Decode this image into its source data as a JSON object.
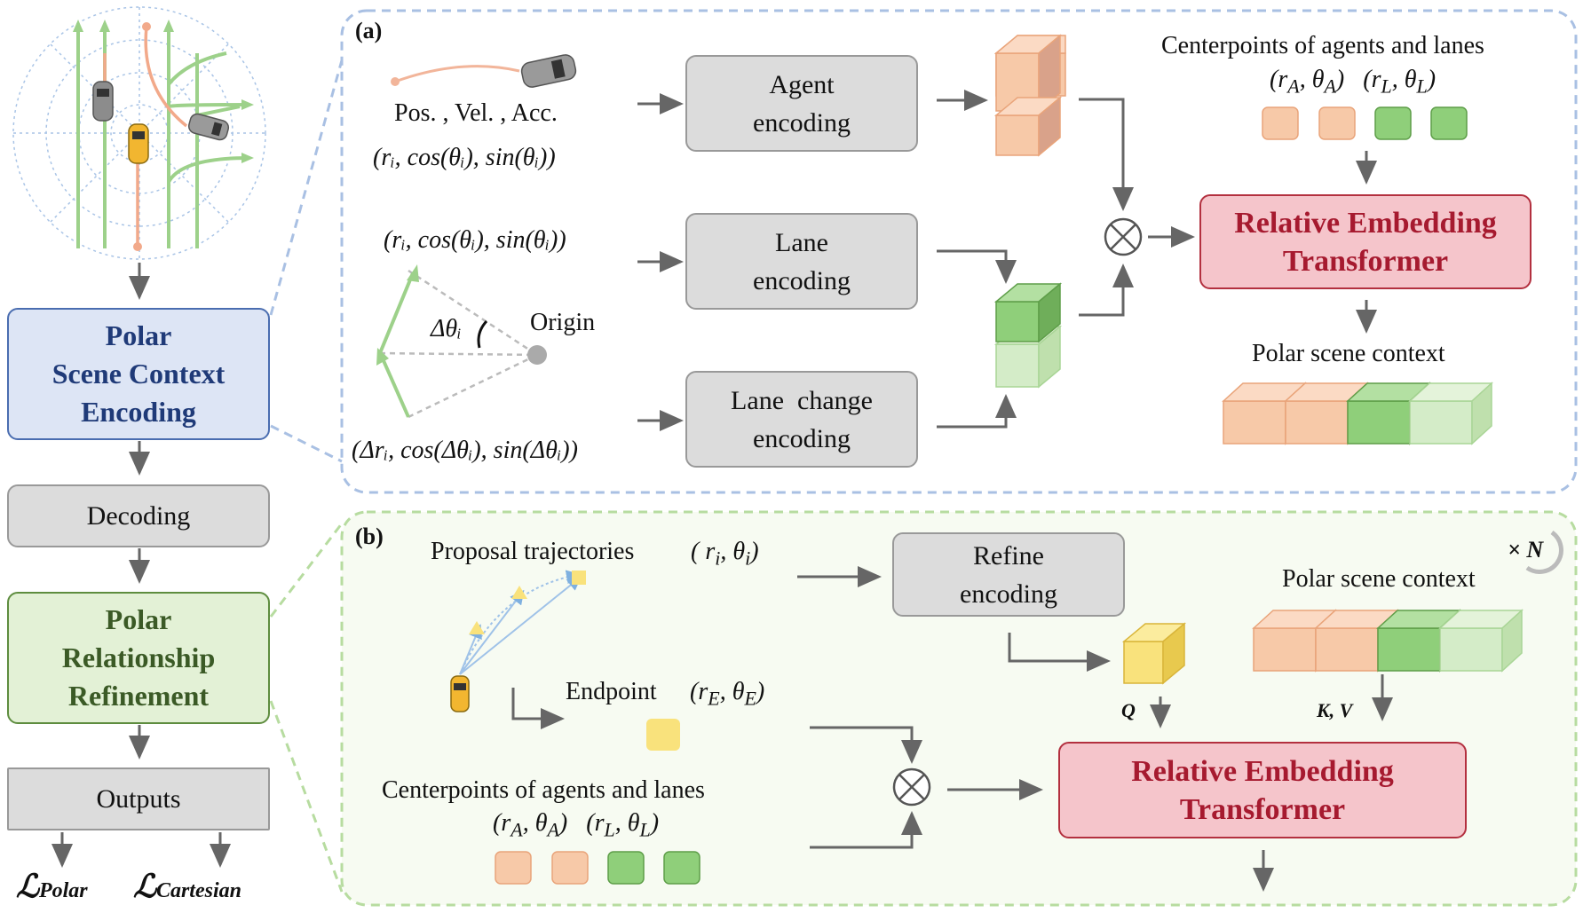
{
  "left_column": {
    "polar_scene": [
      "Polar",
      "Scene Context",
      "Encoding"
    ],
    "decoding": "Decoding",
    "polar_relationship": [
      "Polar",
      "Relationship",
      "Refinement"
    ],
    "outputs": "Outputs",
    "loss_polar": "ℒ",
    "loss_polar_sub": "Polar",
    "loss_cartesian": "ℒ",
    "loss_cartesian_sub": "Cartesian"
  },
  "panel_a": {
    "tag": "(a)",
    "pos_vel_acc": "Pos. ,  Vel. ,  Acc.",
    "agent_feat": "(rᵢ, cos(θᵢ), sin(θᵢ))",
    "lane_feat": "(rᵢ, cos(θᵢ), sin(θᵢ))",
    "delta_theta": "Δθᵢ",
    "origin": "Origin",
    "lane_change_feat": "(Δrᵢ, cos(Δθᵢ), sin(Δθᵢ))",
    "agent_encoding": [
      "Agent",
      "encoding"
    ],
    "lane_encoding": [
      "Lane",
      "encoding"
    ],
    "lane_change_encoding": [
      "Lane  change",
      "encoding"
    ],
    "centerpoints": "Centerpoints of agents and lanes",
    "centerpoints_math": "(r_A, θ_A)   (r_L, θ_L)",
    "transformer": [
      "Relative Embedding",
      "Transformer"
    ],
    "polar_scene_context": "Polar scene context"
  },
  "panel_b": {
    "tag": "(b)",
    "proposal": "Proposal trajectories",
    "proposal_math": "( rᵢ, θᵢ)",
    "refine_encoding": [
      "Refine",
      "encoding"
    ],
    "repeat": "× N",
    "polar_scene_context": "Polar scene context",
    "endpoint": "Endpoint",
    "endpoint_math": "(r_E, θ_E)",
    "q": "Q",
    "kv": "K, V",
    "centerpoints": "Centerpoints of agents and lanes",
    "centerpoints_math": "(r_A, θ_A)   (r_L, θ_L)",
    "transformer": [
      "Relative Embedding",
      "Transformer"
    ]
  },
  "colors": {
    "blue_box": "#dde5f5",
    "green_box": "#e3f1d6",
    "gray_box": "#dcdcdc",
    "red_box": "#f5c5cb",
    "orange": "#f7c9a8",
    "green": "#8fcf7a",
    "yellow": "#f9e27c"
  }
}
